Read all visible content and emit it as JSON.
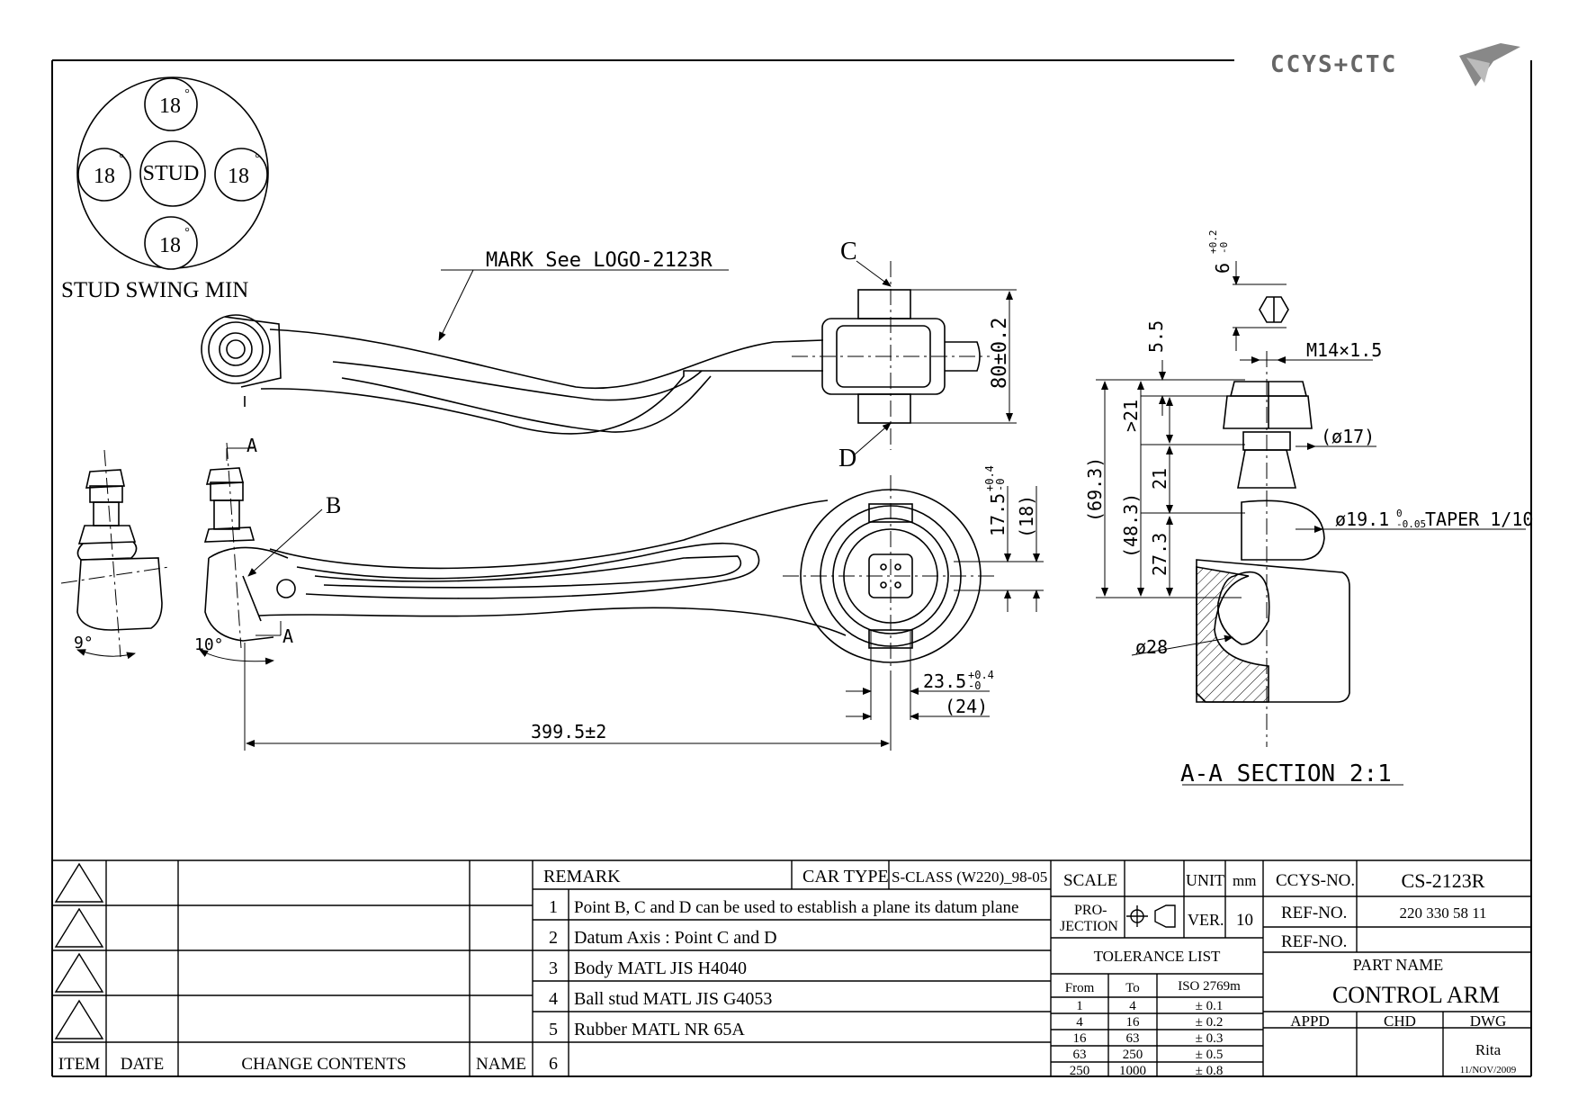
{
  "logo": {
    "text": "CCYS+CTC"
  },
  "stud_swing": {
    "center_label": "STUD",
    "angles": [
      "18",
      "18",
      "18",
      "18"
    ],
    "degree_mark": "°",
    "caption": "STUD SWING MIN"
  },
  "top_view": {
    "mark_label": "MARK See LOGO-2123R",
    "point_c": "C",
    "point_d": "D",
    "dim_height": "80±0.2"
  },
  "front_view": {
    "point_b": "B",
    "section_a": "A",
    "angle_9": "9°",
    "angle_10": "10°",
    "dim_175": "17.5",
    "dim_175_tol_upper": "+0.4",
    "dim_175_tol_lower": "-0",
    "dim_18": "(18)",
    "dim_235": "23.5",
    "dim_235_tol_upper": "+0.4",
    "dim_235_tol_lower": "-0",
    "dim_24": "(24)",
    "dim_length": "399.5±2"
  },
  "section_view": {
    "dim_6": "6",
    "dim_6_tol_upper": "+0.2",
    "dim_6_tol_lower": "-0",
    "dim_55": "5.5",
    "thread": "M14×1.5",
    "dim_21_gt": ">21",
    "dim_17": "(ø17)",
    "dim_21": "21",
    "dim_693": "(69.3)",
    "dim_483": "(48.3)",
    "dim_273": "27.3",
    "taper": "ø19.1",
    "taper_tol_upper": "0",
    "taper_tol_lower": "-0.05",
    "taper_text": "TAPER 1/10",
    "dim_28": "ø28",
    "title": "A-A SECTION 2:1"
  },
  "revision_table": {
    "headers": [
      "ITEM",
      "DATE",
      "CHANGE CONTENTS",
      "NAME"
    ]
  },
  "remarks": {
    "header": "REMARK",
    "car_type_label": "CAR TYPE",
    "car_type_value": "S-CLASS (W220)_98-05",
    "items": [
      {
        "no": "1",
        "text": "Point B, C and D can be used to establish a plane its datum plane"
      },
      {
        "no": "2",
        "text": "Datum Axis : Point C and D"
      },
      {
        "no": "3",
        "text": "Body MATL JIS H4040"
      },
      {
        "no": "4",
        "text": "Ball stud MATL JIS G4053"
      },
      {
        "no": "5",
        "text": "Rubber MATL NR 65A"
      },
      {
        "no": "6",
        "text": ""
      }
    ]
  },
  "title_block": {
    "scale_label": "SCALE",
    "scale_value": "",
    "unit_label": "UNIT",
    "unit_value": "mm",
    "projection_label_1": "PRO-",
    "projection_label_2": "JECTION",
    "ver_label": "VER.",
    "ver_value": "10",
    "tolerance_title": "TOLERANCE LIST",
    "tolerance_headers": [
      "From",
      "To",
      "ISO 2769m"
    ],
    "tolerance_rows": [
      [
        "1",
        "4",
        "± 0.1"
      ],
      [
        "4",
        "16",
        "± 0.2"
      ],
      [
        "16",
        "63",
        "± 0.3"
      ],
      [
        "63",
        "250",
        "± 0.5"
      ],
      [
        "250",
        "1000",
        "± 0.8"
      ]
    ],
    "ccys_no_label": "CCYS-NO.",
    "ccys_no_value": "CS-2123R",
    "ref_no_label": "REF-NO.",
    "ref_no_value": "220 330 58 11",
    "ref_no_label_2": "REF-NO.",
    "ref_no_value_2": "",
    "part_name_label": "PART NAME",
    "part_name_value": "CONTROL ARM",
    "appd_label": "APPD",
    "chd_label": "CHD",
    "dwg_label": "DWG",
    "dwg_name": "Rita",
    "dwg_date": "11/NOV/2009"
  }
}
